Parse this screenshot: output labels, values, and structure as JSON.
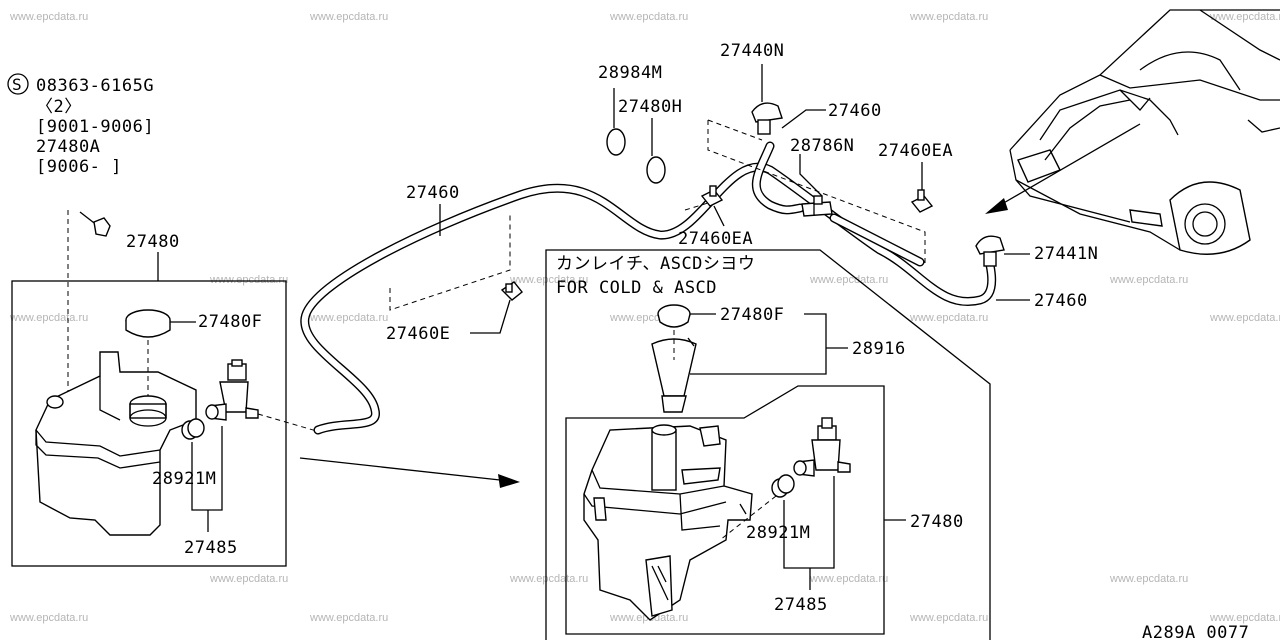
{
  "watermark": "www.epcdata.ru",
  "diagram_code": "A289A 0077",
  "screw_symbol": "S",
  "screw_part": "08363-6165G",
  "screw_qty": "〈2〉",
  "screw_period": "[9001-9006]",
  "alt_part": "27480A",
  "alt_period": "[9006-     ]",
  "inset_note_jp": "カンレイチ、ASCDシヨウ",
  "inset_note_en": "FOR COLD & ASCD",
  "labels": {
    "p27480_main": "27480",
    "p27480F_main": "27480F",
    "p28921M_main": "28921M",
    "p27485_main": "27485",
    "p28984M": "28984M",
    "p27480H": "27480H",
    "p27440N": "27440N",
    "p27460_top": "27460",
    "p28786N": "28786N",
    "p27460EA_right": "27460EA",
    "p27460_left": "27460",
    "p27460EA_mid": "27460EA",
    "p27460E": "27460E",
    "p27441N": "27441N",
    "p27460_right": "27460",
    "p27480F_inset": "27480F",
    "p28916": "28916",
    "p27480_inset": "27480",
    "p28921M_inset": "28921M",
    "p27485_inset": "27485"
  }
}
